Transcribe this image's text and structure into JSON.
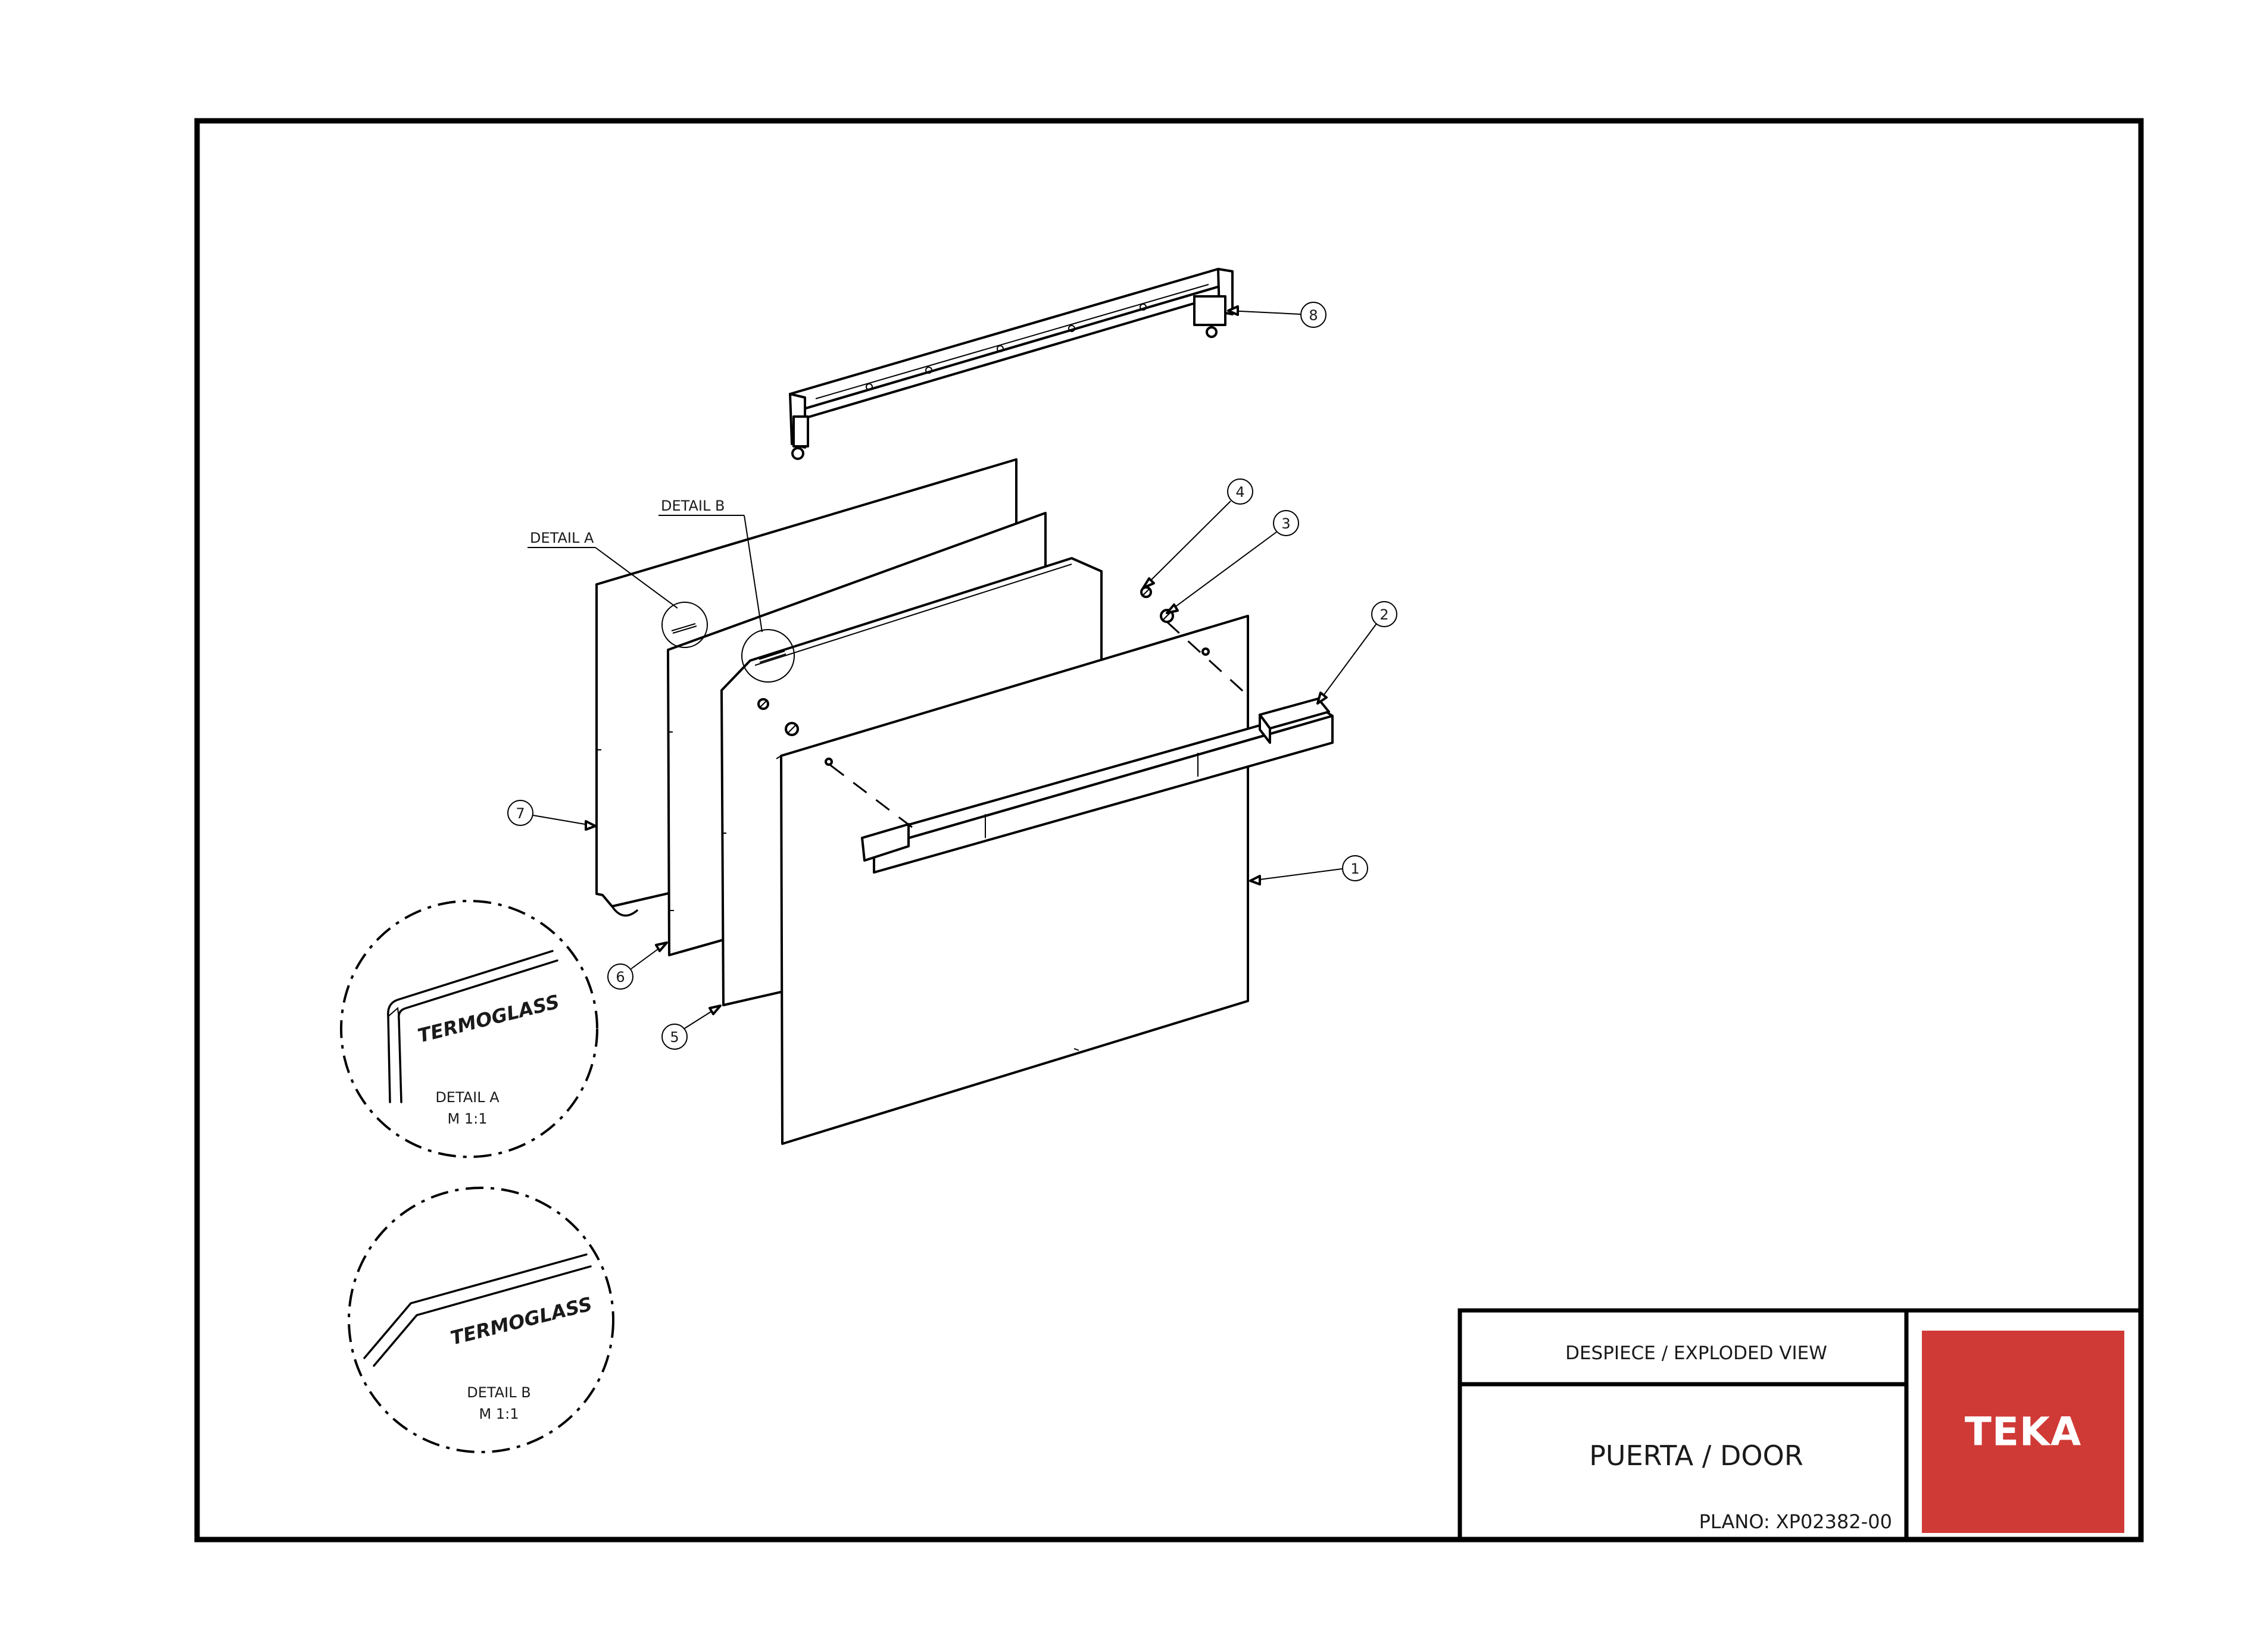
{
  "drawing": {
    "part_balloons": [
      "1",
      "2",
      "3",
      "4",
      "5",
      "6",
      "7",
      "8"
    ],
    "detail_tags": {
      "a": "DETAIL A",
      "b": "DETAIL B"
    },
    "detail_views": {
      "a": {
        "brand": "TERMOGLASS",
        "title": "DETAIL A",
        "scale": "M 1:1"
      },
      "b": {
        "brand": "TERMOGLASS",
        "title": "DETAIL B",
        "scale": "M 1:1"
      }
    }
  },
  "title_block": {
    "view_type": "DESPIECE / EXPLODED VIEW",
    "part_name": "PUERTA / DOOR",
    "plano_label": "PLANO:",
    "plano_number": "XP02382-00",
    "logo_text": "TEKA",
    "logo_color": "#d03a36"
  }
}
